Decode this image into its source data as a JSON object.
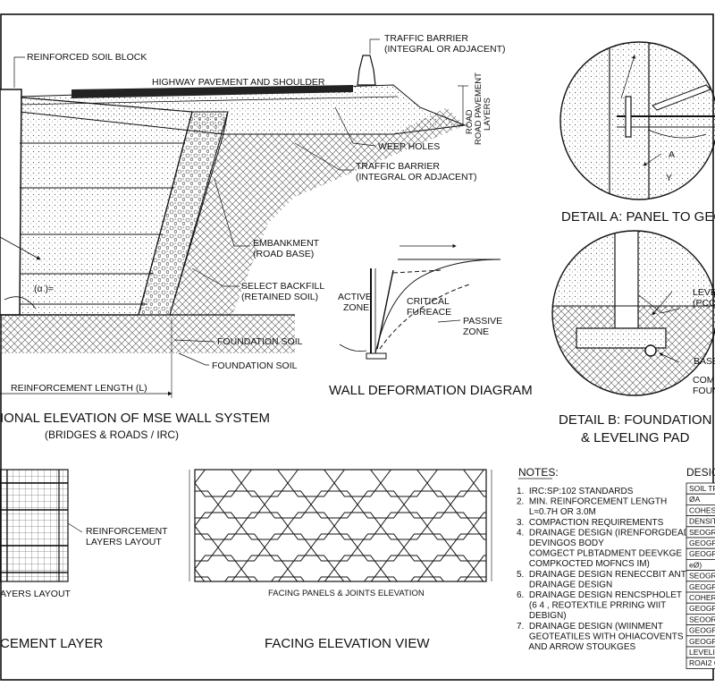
{
  "main_section": {
    "labels": {
      "reinforced_soil_block": "REINFORCED SOIL BLOCK",
      "highway_pavement": "HIGHWAY PAVEMENT AND SHOULDER",
      "traffic_barrier_top_1": "TRAFFIC BARRIER",
      "traffic_barrier_top_2": "(INTEGRAL OR ADJACENT)",
      "road_layers_1": "ROAD",
      "road_layers_2": "ROAD PAVEMENT",
      "road_layers_3": "LAYERS",
      "weep_holes": "WEEP HOLES",
      "traffic_barrier_mid_1": "TRAFFIC BARRIER",
      "traffic_barrier_mid_2": "(INTEGRAL OR ADJACENT)",
      "embankment_1": "EMBANKMENT",
      "embankment_2": "(ROAD BASE)",
      "select_backfill_1": "SELECT BACKFILL",
      "select_backfill_2": "(RETAINED SOIL)",
      "foundation_soil_1": "FOUNDATION SOIL",
      "foundation_soil_2": "FOUNDATION SOIL",
      "angle": "(α )≈",
      "reinforcement_length": "REINFORCEMENT LENGTH (L)"
    },
    "title": "IONAL ELEVATION OF MSE WALL SYSTEM",
    "subtitle": "(BRIDGES & ROADS / IRC)"
  },
  "wall_deformation": {
    "active_zone_1": "ACTIVE",
    "active_zone_2": "ZONE",
    "critical_1": "CRITICAL",
    "critical_2": "FUREACE",
    "passive_1": "PASSIVE",
    "passive_2": "ZONE",
    "title": "WALL DEFORMATION DIAGRAM"
  },
  "detail_a": {
    "label_a": "A",
    "label_y": "Y",
    "title": "DETAIL A: PANEL TO GEO"
  },
  "detail_b": {
    "label_level_1": "LEVE",
    "label_level_2": "(PCC",
    "label_base": "BASE",
    "label_com_1": "COM",
    "label_com_2": "FOUN",
    "title_1": "DETAIL B: FOUNDATION",
    "title_2": "& LEVELING PAD"
  },
  "reinforcement_layer": {
    "callout_1": "REINFORCEMENT",
    "callout_2": "LAYERS LAYOUT",
    "caption": "AYERS LAYOUT",
    "title": "CEMENT LAYER"
  },
  "facing_elevation": {
    "caption": "FACING PANELS & JOINTS ELEVATION",
    "title": "FACING ELEVATION VIEW"
  },
  "notes": {
    "heading": "NOTES:",
    "items": [
      "1.  IRC:SP:102 STANDARDS",
      "2.  MIN. REINFORCEMENT LENGTH",
      "     L≈0.7H OR 3.0M",
      "3.  COMPACTION REQUIREMENTS",
      "4.  DRAINAGE DESIGN (IRENFORGDEADS",
      "     DEVINGOS BODY",
      "     COMGECT PLBTADMENT DEEVKGE",
      "     COMPKOCTED MOFNCS IM)",
      "5.  DRAINAGE DESIGN RENECCBIT ANT",
      "     DRAINAGE DESIGN",
      "6.  DRAINAGE DESIGN RENCSPHOLET",
      "     (6 4 , REOTEXTILE PRRING WIIT",
      "     DEBIGN)",
      "7.  DRAINAGE DESIGN (WIINMENT",
      "     GEOTEATILES WITH OHIACOVENTS",
      "     AND ARROW STOUKGES"
    ]
  },
  "design_table": {
    "heading": "DESIG",
    "rows": [
      "SOIL TF",
      "ØA",
      "COHESI",
      "DENSIT",
      "SEOGR",
      "GEOGR",
      "GEOGR",
      "eØ)",
      "SEOGR",
      "GEOGR",
      "COHER",
      "GEOGR",
      "SEOOR",
      "GEOGR",
      "GEOGR",
      "LEVELIN",
      "ROAI2 O"
    ]
  }
}
